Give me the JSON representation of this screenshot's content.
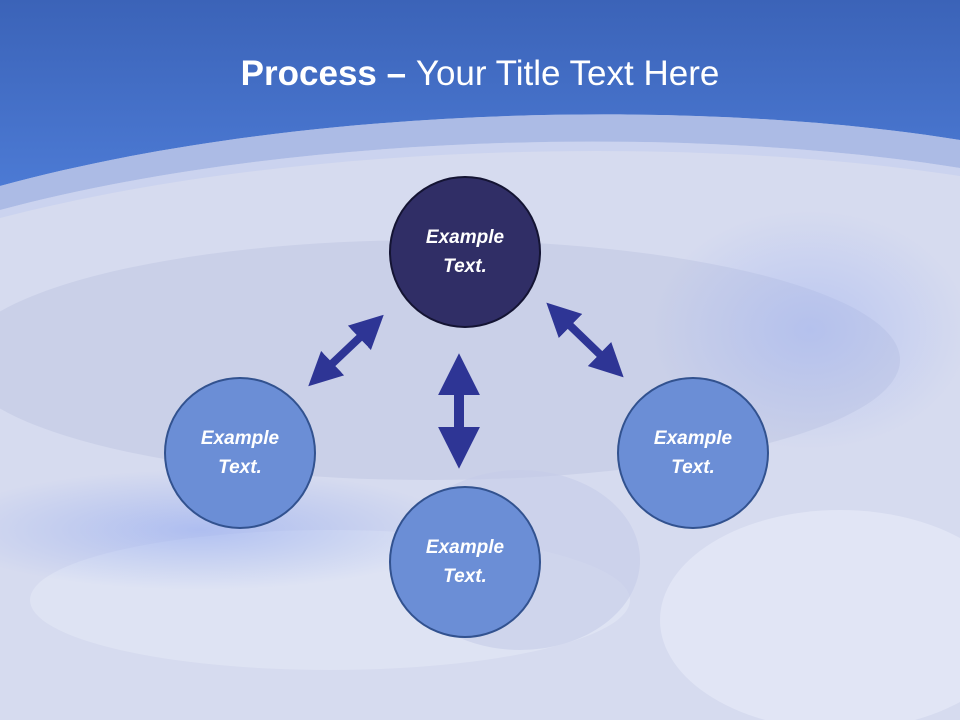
{
  "slide": {
    "title_bold": "Process",
    "title_sep": " – ",
    "title_rest": "Your Title Text Here"
  },
  "nodes": {
    "top": {
      "line1": "Example",
      "line2": "Text."
    },
    "left": {
      "line1": "Example",
      "line2": "Text."
    },
    "right": {
      "line1": "Example",
      "line2": "Text."
    },
    "bottom": {
      "line1": "Example",
      "line2": "Text."
    }
  },
  "colors": {
    "header_blue": "#4a75cc",
    "node_dark": "#302e66",
    "node_light": "#6b8ed6",
    "arrow": "#2e3595"
  },
  "icons": {
    "connector": "double-headed-arrow"
  }
}
